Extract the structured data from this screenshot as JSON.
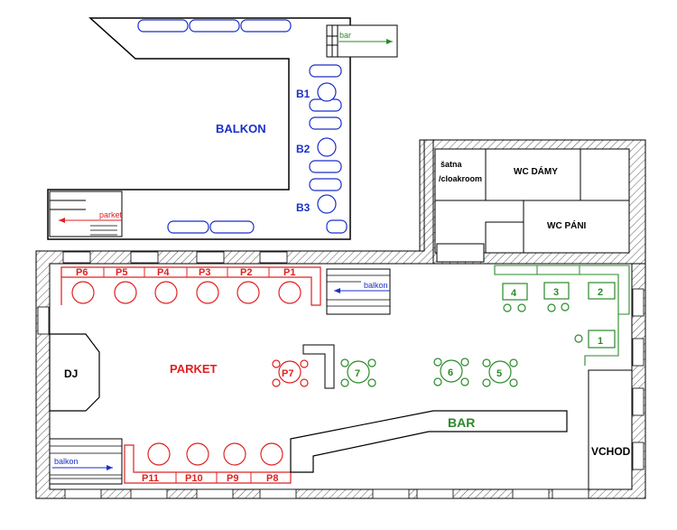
{
  "areas": {
    "balkon": "BALKON",
    "parket": "PARKET",
    "bar": "BAR",
    "dj": "DJ",
    "entrance": "VCHOD",
    "cloakroom_line1": "šatna",
    "cloakroom_line2": "/cloakroom",
    "wc_women": "WC DÁMY",
    "wc_men": "WC PÁNI"
  },
  "stairs": {
    "balcony_to_bar": "bar",
    "balcony_to_parket": "parket",
    "parket_to_balkon": "balkon",
    "bottom_to_balkon": "balkon"
  },
  "balcony_booths": [
    "B1",
    "B2",
    "B3"
  ],
  "parket_booths_top": [
    "P6",
    "P5",
    "P4",
    "P3",
    "P2",
    "P1"
  ],
  "parket_booths_bottom": [
    "P11",
    "P10",
    "P9",
    "P8"
  ],
  "parket_tables": [
    "P7"
  ],
  "bar_tables_round": [
    "7",
    "6",
    "5"
  ],
  "bar_tables_square": [
    "4",
    "3",
    "2",
    "1"
  ],
  "colors": {
    "parket": "#e02020",
    "balkon": "#1a2fc8",
    "bar": "#2a8a2a",
    "walls": "#000000"
  }
}
